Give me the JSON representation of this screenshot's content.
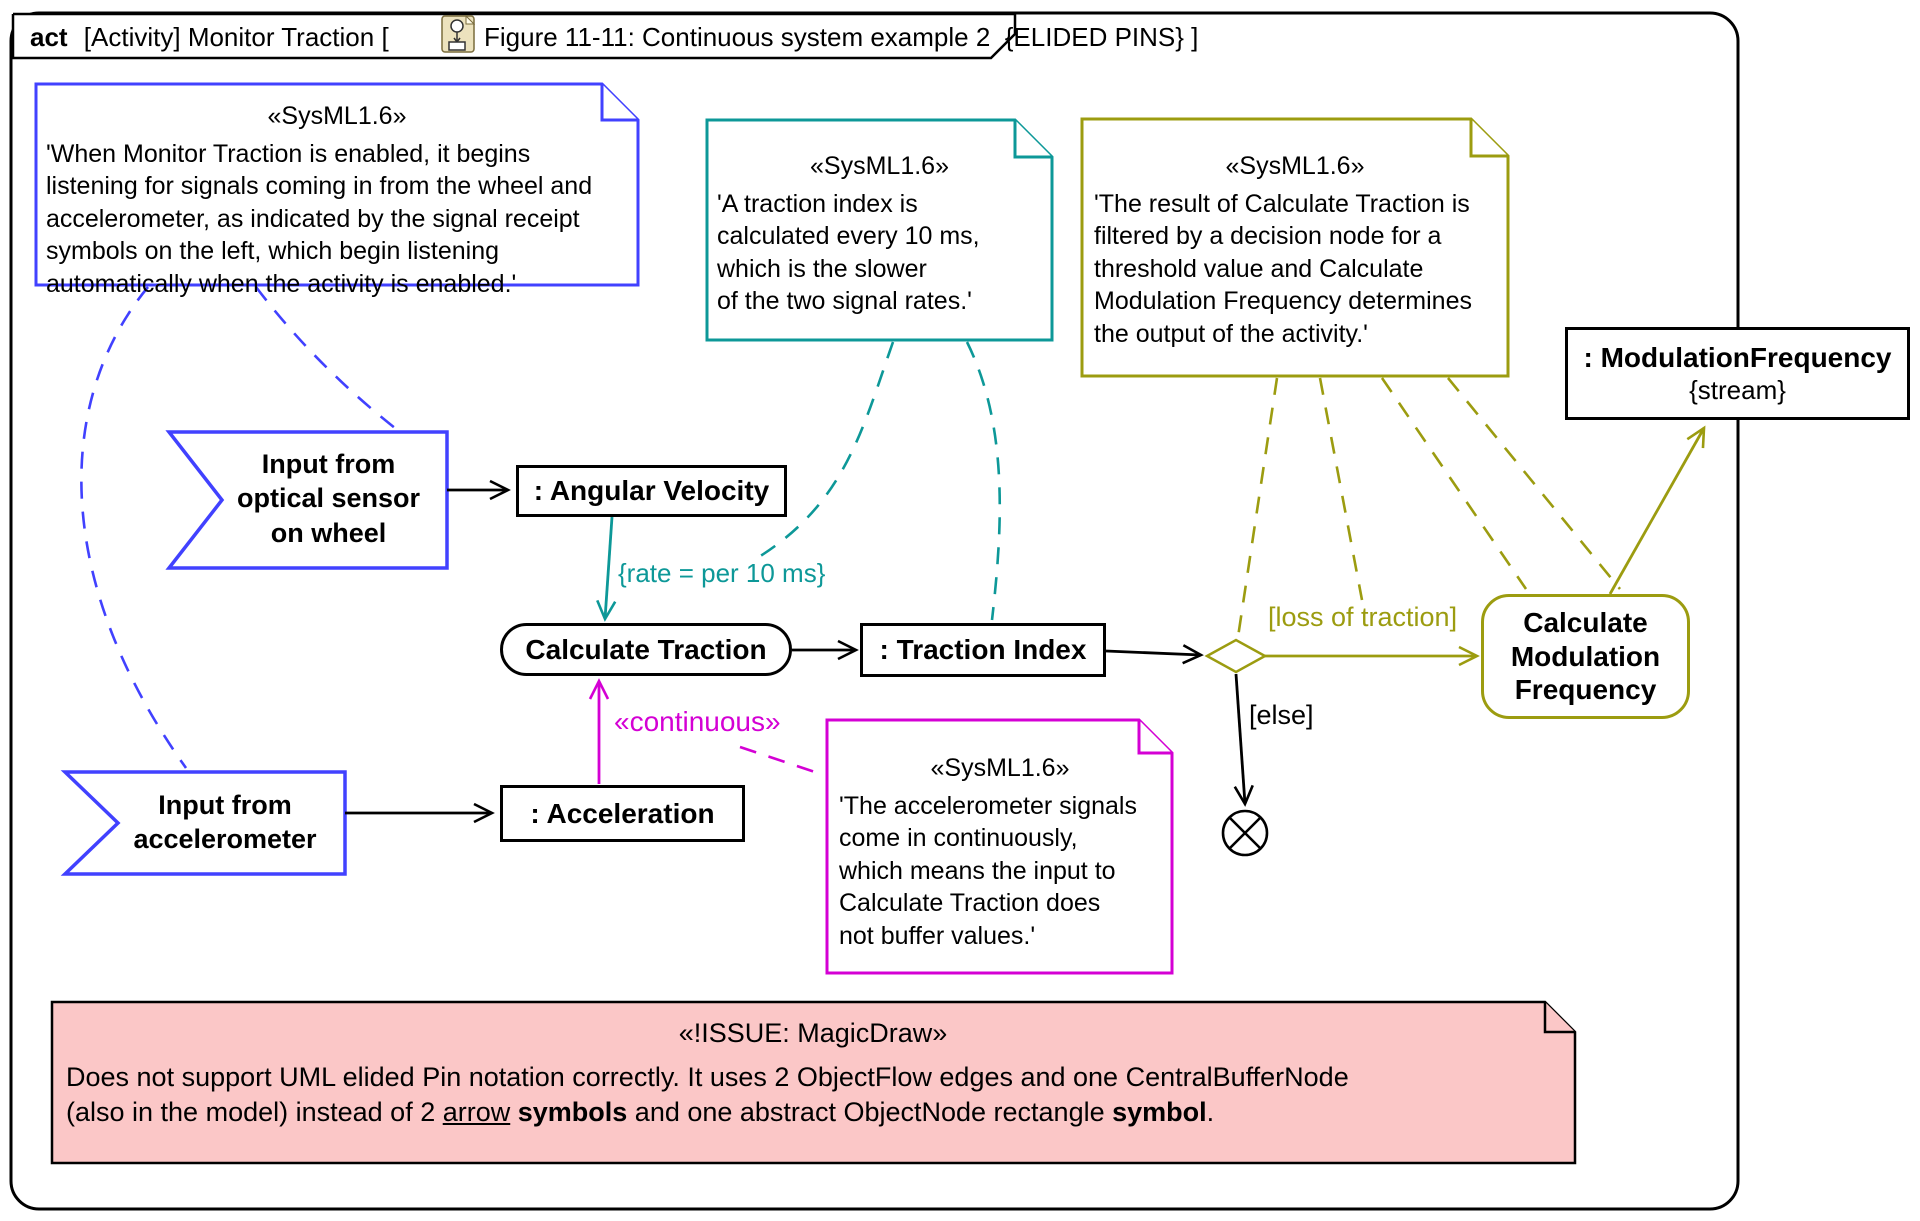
{
  "frame": {
    "title_keyword": "act",
    "title_pre": " [Activity] Monitor Traction [",
    "title_post": "Figure 11-11: Continuous system example 2  {ELIDED PINS} ]"
  },
  "notes": {
    "blue": {
      "stereotype": "«SysML1.6»",
      "body": [
        "'When Monitor Traction is enabled, it begins",
        "listening for signals coming in from the wheel and",
        "accelerometer, as indicated by the signal receipt",
        "symbols on the left, which begin listening",
        "automatically when the activity is enabled.'"
      ]
    },
    "teal": {
      "stereotype": "«SysML1.6»",
      "body": [
        "'A traction index is",
        "calculated every 10 ms,",
        "which is the slower",
        "of the two signal rates.'"
      ]
    },
    "olive": {
      "stereotype": "«SysML1.6»",
      "body": [
        "'The result of Calculate Traction is",
        "filtered by a decision node for a",
        "threshold value and Calculate",
        "Modulation Frequency determines",
        "the output of the activity.'"
      ]
    },
    "magenta": {
      "stereotype": "«SysML1.6»",
      "body": [
        "'The accelerometer signals",
        "come in continuously,",
        "which means the input to",
        "Calculate Traction does",
        "not buffer values.'"
      ]
    }
  },
  "issue_note": {
    "stereotype": "«!ISSUE: MagicDraw»",
    "segments": [
      {
        "t": "Does not support UML elided Pin notation correctly. It uses 2 ObjectFlow edges and one CentralBufferNode\n(also in the model) instead of 2 "
      },
      {
        "t": "arrow",
        "u": true
      },
      {
        "t": " "
      },
      {
        "t": "symbols",
        "b": true
      },
      {
        "t": " and one abstract ObjectNode rectangle "
      },
      {
        "t": "symbol",
        "b": true
      },
      {
        "t": "."
      }
    ]
  },
  "nodes": {
    "signal_optical": [
      "Input from",
      "optical sensor",
      "on wheel"
    ],
    "signal_accelerometer": [
      "Input from",
      "accelerometer"
    ],
    "angular_velocity": ": Angular Velocity",
    "acceleration": ": Acceleration",
    "calculate_traction": "Calculate Traction",
    "traction_index": ": Traction Index",
    "calculate_modulation_frequency": [
      "Calculate",
      "Modulation",
      "Frequency"
    ],
    "modulation_frequency": ": ModulationFrequency",
    "modulation_frequency_constraint": "{stream}"
  },
  "edge_labels": {
    "rate": "{rate = per 10 ms}",
    "continuous": "«continuous»",
    "loss_of_traction": "[loss of traction]",
    "else": "[else]"
  },
  "colors": {
    "blue": "#4141ff",
    "teal": "#0d9898",
    "olive": "#9c9c10",
    "magenta": "#d400d4",
    "pink": "#fbc7c7"
  }
}
